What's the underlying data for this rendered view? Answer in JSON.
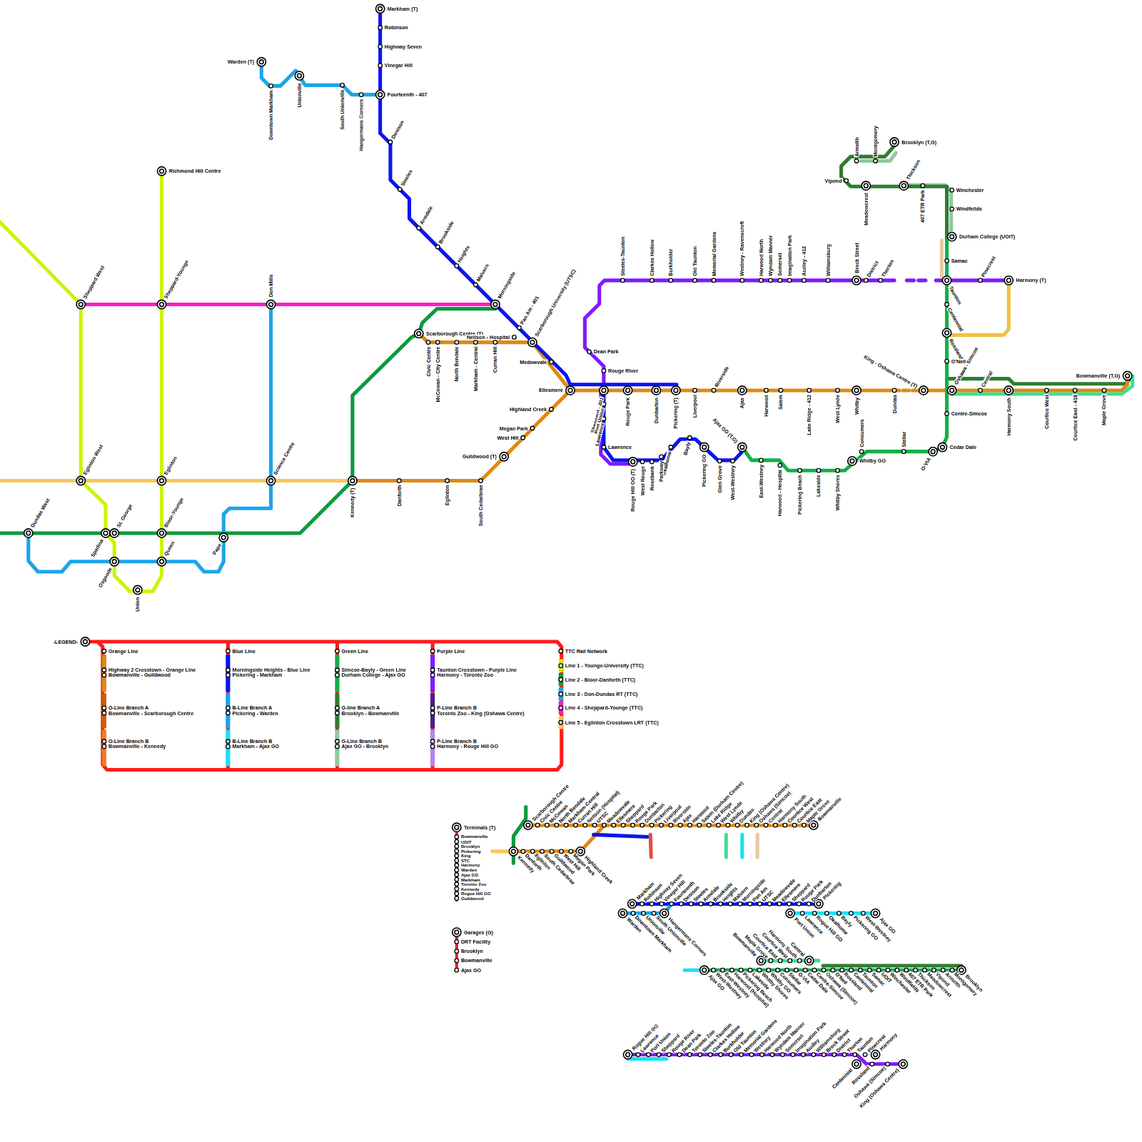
{
  "diagram": {
    "labels": [
      "Richmond Hill Centre",
      "Sheppard West",
      "Sheppard-Younge",
      "Don Mills",
      "Eglinton West",
      "Eglinton",
      "Science Centre",
      "Dundas West",
      "Spadina",
      "St. George",
      "Bloor-Younge",
      "Pape",
      "Osgoode",
      "Queen",
      "Union",
      "Warden (T)",
      "Downtown Markham",
      "Unionville",
      "South Unionville",
      "Hangermans Corners",
      "Markham (T)",
      "Robinson",
      "Highway Seven",
      "Vinegar Hill",
      "Fourteenth - 407",
      "Denison",
      "Steeles",
      "Armdale",
      "Brookside",
      "Heights",
      "Malvern",
      "Morningside",
      "Pan Am - 401",
      "Scarborough University (UTSC)",
      "Scarborough Centre (T)",
      "Civic Centre",
      "McCowan - City Centre",
      "North Bendale",
      "Markham - Central",
      "Curran Hill",
      "Neilson - Hospital",
      "Medowvale",
      "Ellesmere",
      "Highland Creek",
      "Megan Park",
      "West Hill",
      "Guildwood (T)",
      "Kennedy (T)",
      "Danforth",
      "Eglinton",
      "South Cedarbrae",
      "Dean Park",
      "Rouge River",
      "Sheppard - 401",
      "Port Union",
      "Lawrence",
      "Lawrence",
      "Rouge Park",
      "Dunbarton",
      "Pickering (T)",
      "Liverpool",
      "Riverside",
      "Ajax",
      "Harwood",
      "Salem",
      "Lake Ridge - 412",
      "West Lynde",
      "Whitby",
      "Dundas",
      "King - Oshawa Centre (T)",
      "Oshawa - Simcoe",
      "Central",
      "Harmony South",
      "Courtice West",
      "Courtice East - 418",
      "Maple Grove",
      "Bowmanville (T,G)",
      "Steeles-Taunton",
      "Clarkes Hollow",
      "Burkholder",
      "Old Taunton",
      "Memorial Gardens",
      "Westney - Ravenscroft",
      "Harwood North",
      "Wyndam Manner",
      "Somerset",
      "Imagination Park",
      "Audley - 412",
      "Williamsburg",
      "Brock Street",
      "District",
      "Thorton",
      "Taunton",
      "Pinecrest",
      "Harmony (T)",
      "Durham College (UOIT)",
      "Winchester",
      "Windfeilds",
      "Samac",
      "Centennial",
      "Rossland",
      "O'Neil",
      "Centre-Simcoe",
      "Cedar Dale",
      "O-VIA",
      "Stellar",
      "Consumers",
      "Whitby GO",
      "Whitby Shores",
      "Lakeside",
      "Pickering Beach",
      "Harwood - Hospital",
      "East-Westney",
      "Ajax GO (T,G)",
      "West-Westney",
      "Glen Grove",
      "Pickering GO",
      "Bayly",
      "Okalhome",
      "Parkway",
      "Rosebank",
      "West Rouge",
      "Rouge Hill GO (T)",
      "Brooklyn (T,G)",
      "Montgomery",
      "Armelth",
      "Vipond",
      "Meadowcrest",
      "Thickson",
      "407 ETR Park",
      "-LEGEND-",
      "Orange Line",
      "Bowmanville - Guildwood",
      "Bowmanville - Scarborough Centre",
      "Bowmanville - Kennedy",
      "Blue Line",
      "Pickering - Markham",
      "Pickering - Warden",
      "Markham - Ajax GO",
      "Green Line",
      "Durham College - Ajax GO",
      "Brooklyn - Bowmanville",
      "Ajax GO - Brooklyn",
      "Purple Line",
      "Harmony - Toronto Zoo",
      "Toronto Zoo - King (Oshawa Centre)",
      "Harmony - Rouge Hill GO",
      "TTC Rail Network",
      "Terminals (T)",
      "Bowmanville",
      "UOIT",
      "Brooklyn",
      "Pickering",
      "King",
      "STC",
      "Harmony",
      "Warden",
      "Ajax GO",
      "Markham",
      "Toronto Zoo",
      "Kennedy",
      "Rogue Hill GO",
      "Guildwood",
      "Garages (G)",
      "DRT Facility",
      "Brooklyn",
      "Bowmanville",
      "Ajax GO",
      "Scarborough Centre",
      "Civic Centre",
      "McCowan",
      "North Bendale",
      "Markham-Central",
      "Curran Hill",
      "Neilson (Hospital)",
      "UTSC",
      "Meadowvale",
      "Ellesmere",
      "Sheppard",
      "Rouge Park",
      "Dunbarton",
      "Pickering",
      "Liverpool",
      "Riverside",
      "Ajax",
      "Harwood",
      "Salem (Durham Centre)",
      "Lake Ridge",
      "West Lynde",
      "Whitby",
      "Dundas",
      "King (Oshawa Centre)",
      "Oshawa (Simcoe)",
      "Central",
      "Harmony South",
      "Courtice West",
      "Courtice East",
      "Maple Grove",
      "Bowmanville",
      "Kennedy",
      "Danforth",
      "Eglinton",
      "South Cedarbrae",
      "Guildwood",
      "West Hill",
      "Megan Park",
      "Highland Creek",
      "Markham",
      "Robinson",
      "Highway Seven",
      "Vinegar Hill",
      "Fourteenth",
      "Denison",
      "Steeles",
      "Armdale",
      "Brookside",
      "Heights",
      "Malvern",
      "Morningside",
      "Pan Am",
      "UTSC",
      "Meadowvale",
      "Ellesmere",
      "Sheppard",
      "Rouge Park",
      "Dunbarton",
      "Pickering",
      "Warden",
      "Downtown Markham",
      "Unionville",
      "South Unionville",
      "Hangermans Corners",
      "Port Union",
      "Lawrence",
      "Rogue Hill GO",
      "Okalhome",
      "Bayly",
      "Pickering GO",
      "West-Westney",
      "Ajax GO",
      "Bowmanville",
      "Maple Grove",
      "Courtice East",
      "Courtice West",
      "Harmony South",
      "Central",
      "Ajax GO",
      "West-Westney",
      "East-Westney",
      "Harwood (Hospital)",
      "Pickering Beach",
      "Lakeside",
      "Whitby Shores",
      "Whitby GO",
      "Consumers",
      "Stellar",
      "O-VIA",
      "Cedar Dale",
      "Centre-Simcoe",
      "Oshawa (Simcoe)",
      "O'Neil",
      "Rossland",
      "Centennial",
      "Taunton",
      "Samac",
      "UOIT",
      "Winchester",
      "Windfields",
      "407 ETR Park",
      "Thickson",
      "Meadowcrest",
      "Vipond",
      "Armelth",
      "Montgomery",
      "Brooklyn",
      "Rogue Hill GO",
      "Lawrence",
      "Port Union",
      "Sheppard",
      "Rouge River",
      "Dean Park",
      "Toronto Zoo",
      "Steeles-Taunton",
      "Clarkes Hollow",
      "Burkholder",
      "Old Taunton",
      "Memorial Gardens",
      "Westney",
      "Harwood North",
      "Wyndam Manner",
      "Somerset",
      "Imagination Park",
      "Audley",
      "Williamsburg",
      "Brock Street",
      "District",
      "Thorton",
      "Taunton",
      "Pinecrest",
      "Harmony",
      "Centennial",
      "Rossland",
      "Oshawa (Simcoe)",
      "King (Oshawa Centre)"
    ],
    "legend": [
      {
        "text": "Highway 2 Crosstown - Orange Line",
        "color": "#de8a14"
      },
      {
        "text": "O-Line Branch A",
        "color": "#c9600f"
      },
      {
        "text": "O-Line Branch B",
        "color": "#f47b20"
      },
      {
        "text": "Morningside Heights - Blue Line",
        "color": "#0a14f0"
      },
      {
        "text": "B-Line Branch A",
        "color": "#1aa5ea"
      },
      {
        "text": "B-Line Branch B",
        "color": "#1ae0f5"
      },
      {
        "text": "Simcoe-Bayly - Green Line",
        "color": "#12b04a"
      },
      {
        "text": "G-line Branch A",
        "color": "#2e7d32"
      },
      {
        "text": "G-Line Branch B",
        "color": "#8fc9a0"
      },
      {
        "text": "Taunton Crosstown - Purple Line",
        "color": "#7f1aff"
      },
      {
        "text": "P-Line Branch B",
        "color": "#4b1a8f"
      },
      {
        "text": "P-Line Branch B",
        "color": "#b784e8"
      },
      {
        "text": "Line 1 - Younge-University (TTC)",
        "color": "#ccf500"
      },
      {
        "text": "Line 2 - Bloor-Danforth (TTC)",
        "color": "#0a9a3c"
      },
      {
        "text": "Line 3 - Don-Dundas RT (TTC)",
        "color": "#1aa5ea"
      },
      {
        "text": "Line 4 - Sheppard-Younge (TTC)",
        "color": "#ff1ac8"
      },
      {
        "text": "Line 5 - Eglinton Crosstown LRT (TTC)",
        "color": "#f8c65c"
      }
    ]
  }
}
